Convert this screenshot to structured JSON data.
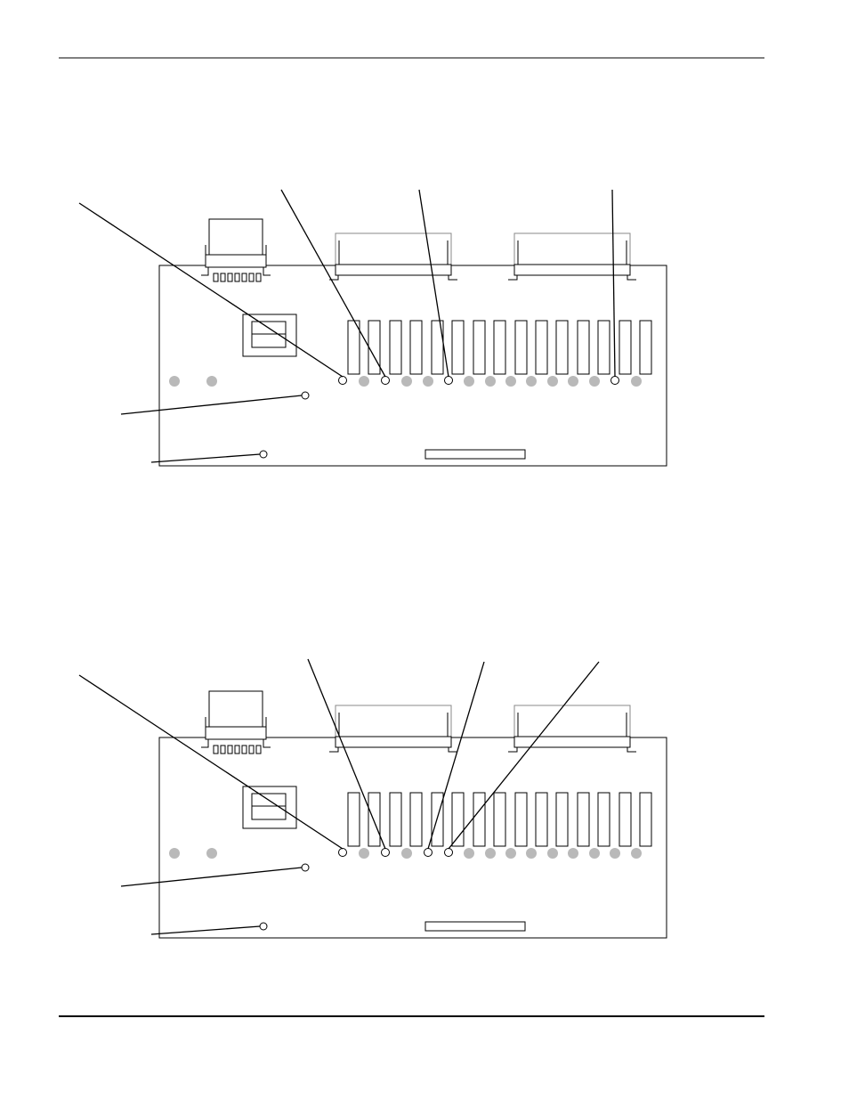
{
  "page": {
    "rule_color": "#000000",
    "line_color": "#000000",
    "led_off_color": "#b9b9b9",
    "led_marked_color": "#ffffff"
  },
  "figures": [
    {
      "id": "top",
      "callout_led_indices": [
        0,
        2,
        5,
        13
      ],
      "extra_callouts": [
        "upper-left-hole",
        "lower-left-hole"
      ]
    },
    {
      "id": "bottom",
      "callout_led_indices": [
        0,
        2,
        4,
        5
      ],
      "extra_callouts": [
        "upper-left-hole",
        "lower-left-hole"
      ]
    }
  ]
}
